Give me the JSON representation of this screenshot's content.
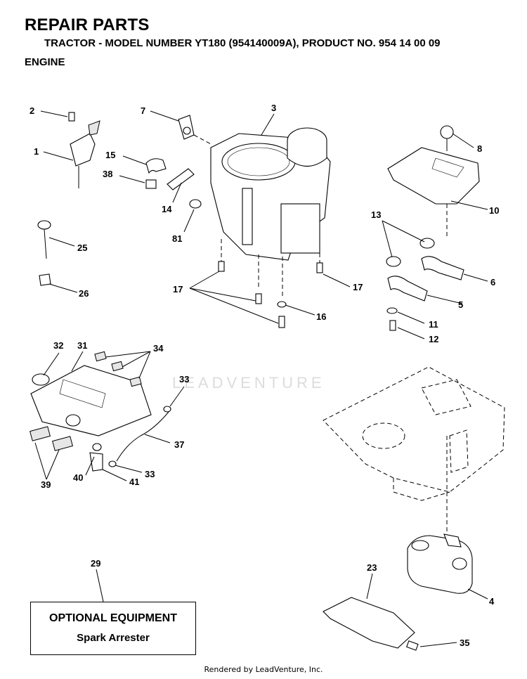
{
  "header": {
    "title": "REPAIR PARTS",
    "subtitle": "TRACTOR - MODEL NUMBER YT180 (954140009A), PRODUCT NO. 954 14 00 09",
    "section": "ENGINE"
  },
  "callouts": {
    "c1": "1",
    "c2": "2",
    "c3": "3",
    "c4": "4",
    "c5": "5",
    "c6": "6",
    "c7": "7",
    "c8": "8",
    "c10": "10",
    "c11": "11",
    "c12": "12",
    "c13": "13",
    "c14": "14",
    "c15": "15",
    "c16": "16",
    "c17a": "17",
    "c17b": "17",
    "c23": "23",
    "c25": "25",
    "c26": "26",
    "c29": "29",
    "c31": "31",
    "c32": "32",
    "c33a": "33",
    "c33b": "33",
    "c34": "34",
    "c35": "35",
    "c37": "37",
    "c38": "38",
    "c39": "39",
    "c40": "40",
    "c41": "41",
    "c81": "81"
  },
  "optional": {
    "heading": "OPTIONAL EQUIPMENT",
    "item": "Spark Arrester"
  },
  "watermark": "LEADVENTURE",
  "footer": "Rendered by LeadVenture, Inc."
}
